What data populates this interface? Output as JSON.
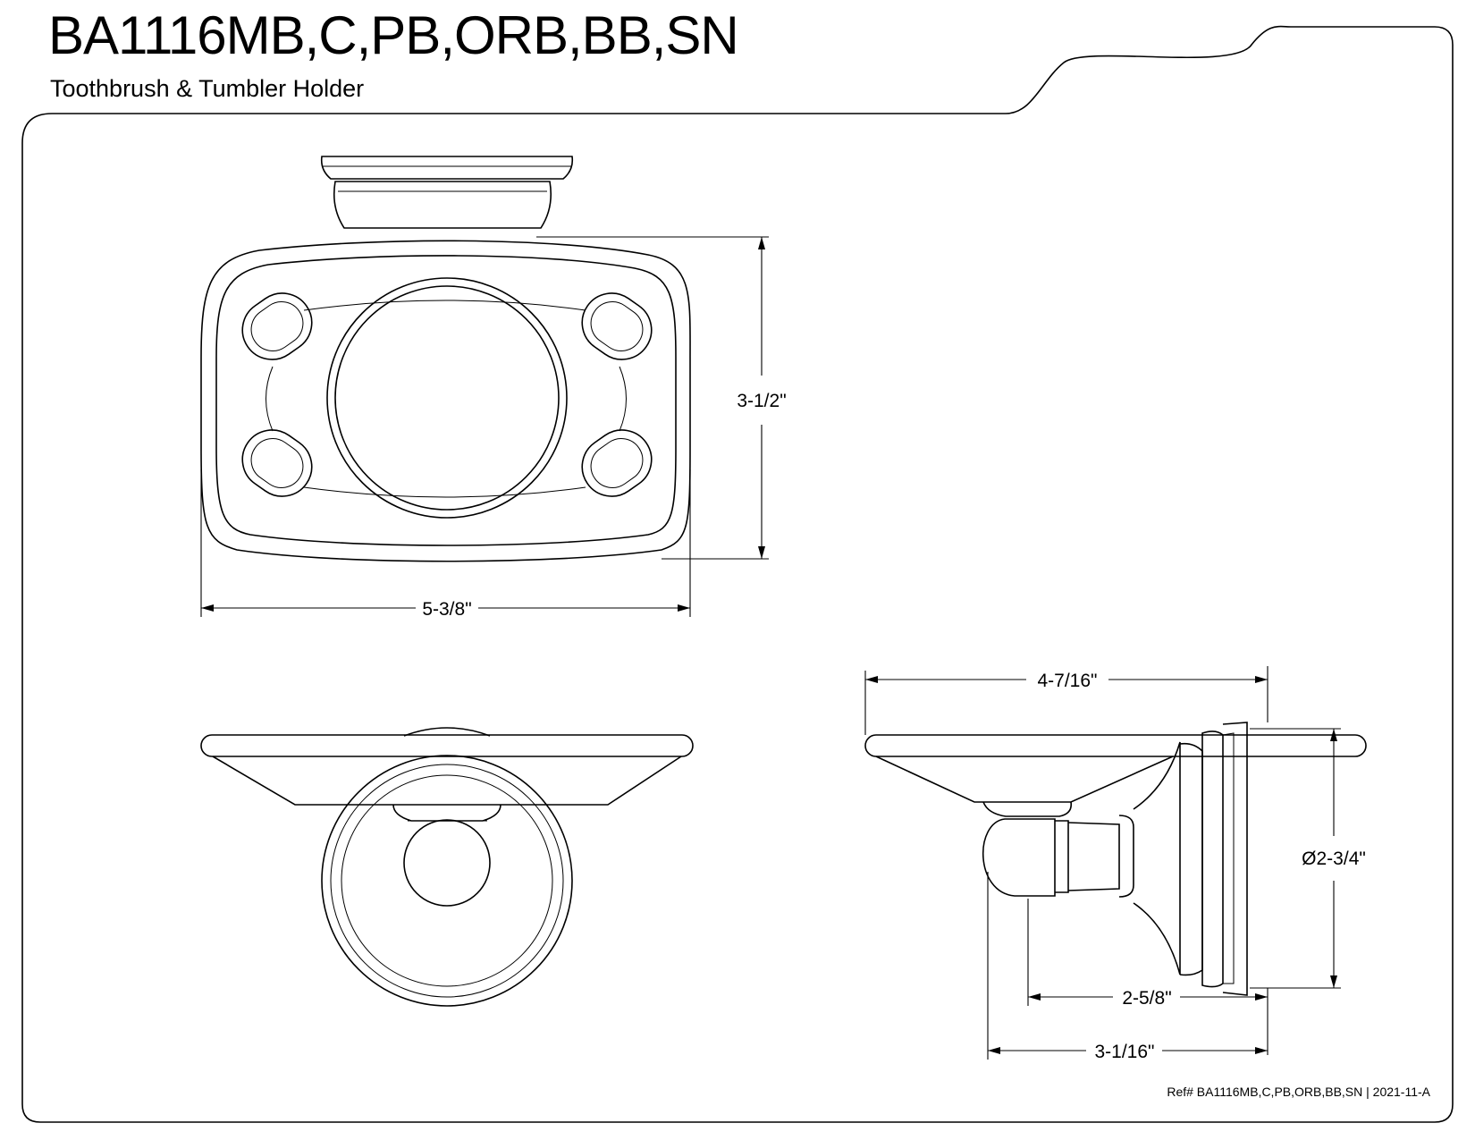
{
  "header": {
    "model_number": "BA1116MB,C,PB,ORB,BB,SN",
    "product_name": "Toothbrush & Tumbler Holder"
  },
  "dimensions": {
    "height_front": "3-1/2\"",
    "width_front": "5-3/8\"",
    "depth_overall": "4-7/16\"",
    "flange_diameter": "Ø2-3/4\"",
    "projection_ball": "2-5/8\"",
    "projection_total": "3-1/16\""
  },
  "footer": {
    "reference": "Ref# BA1116MB,C,PB,ORB,BB,SN | 2021-11-A"
  }
}
